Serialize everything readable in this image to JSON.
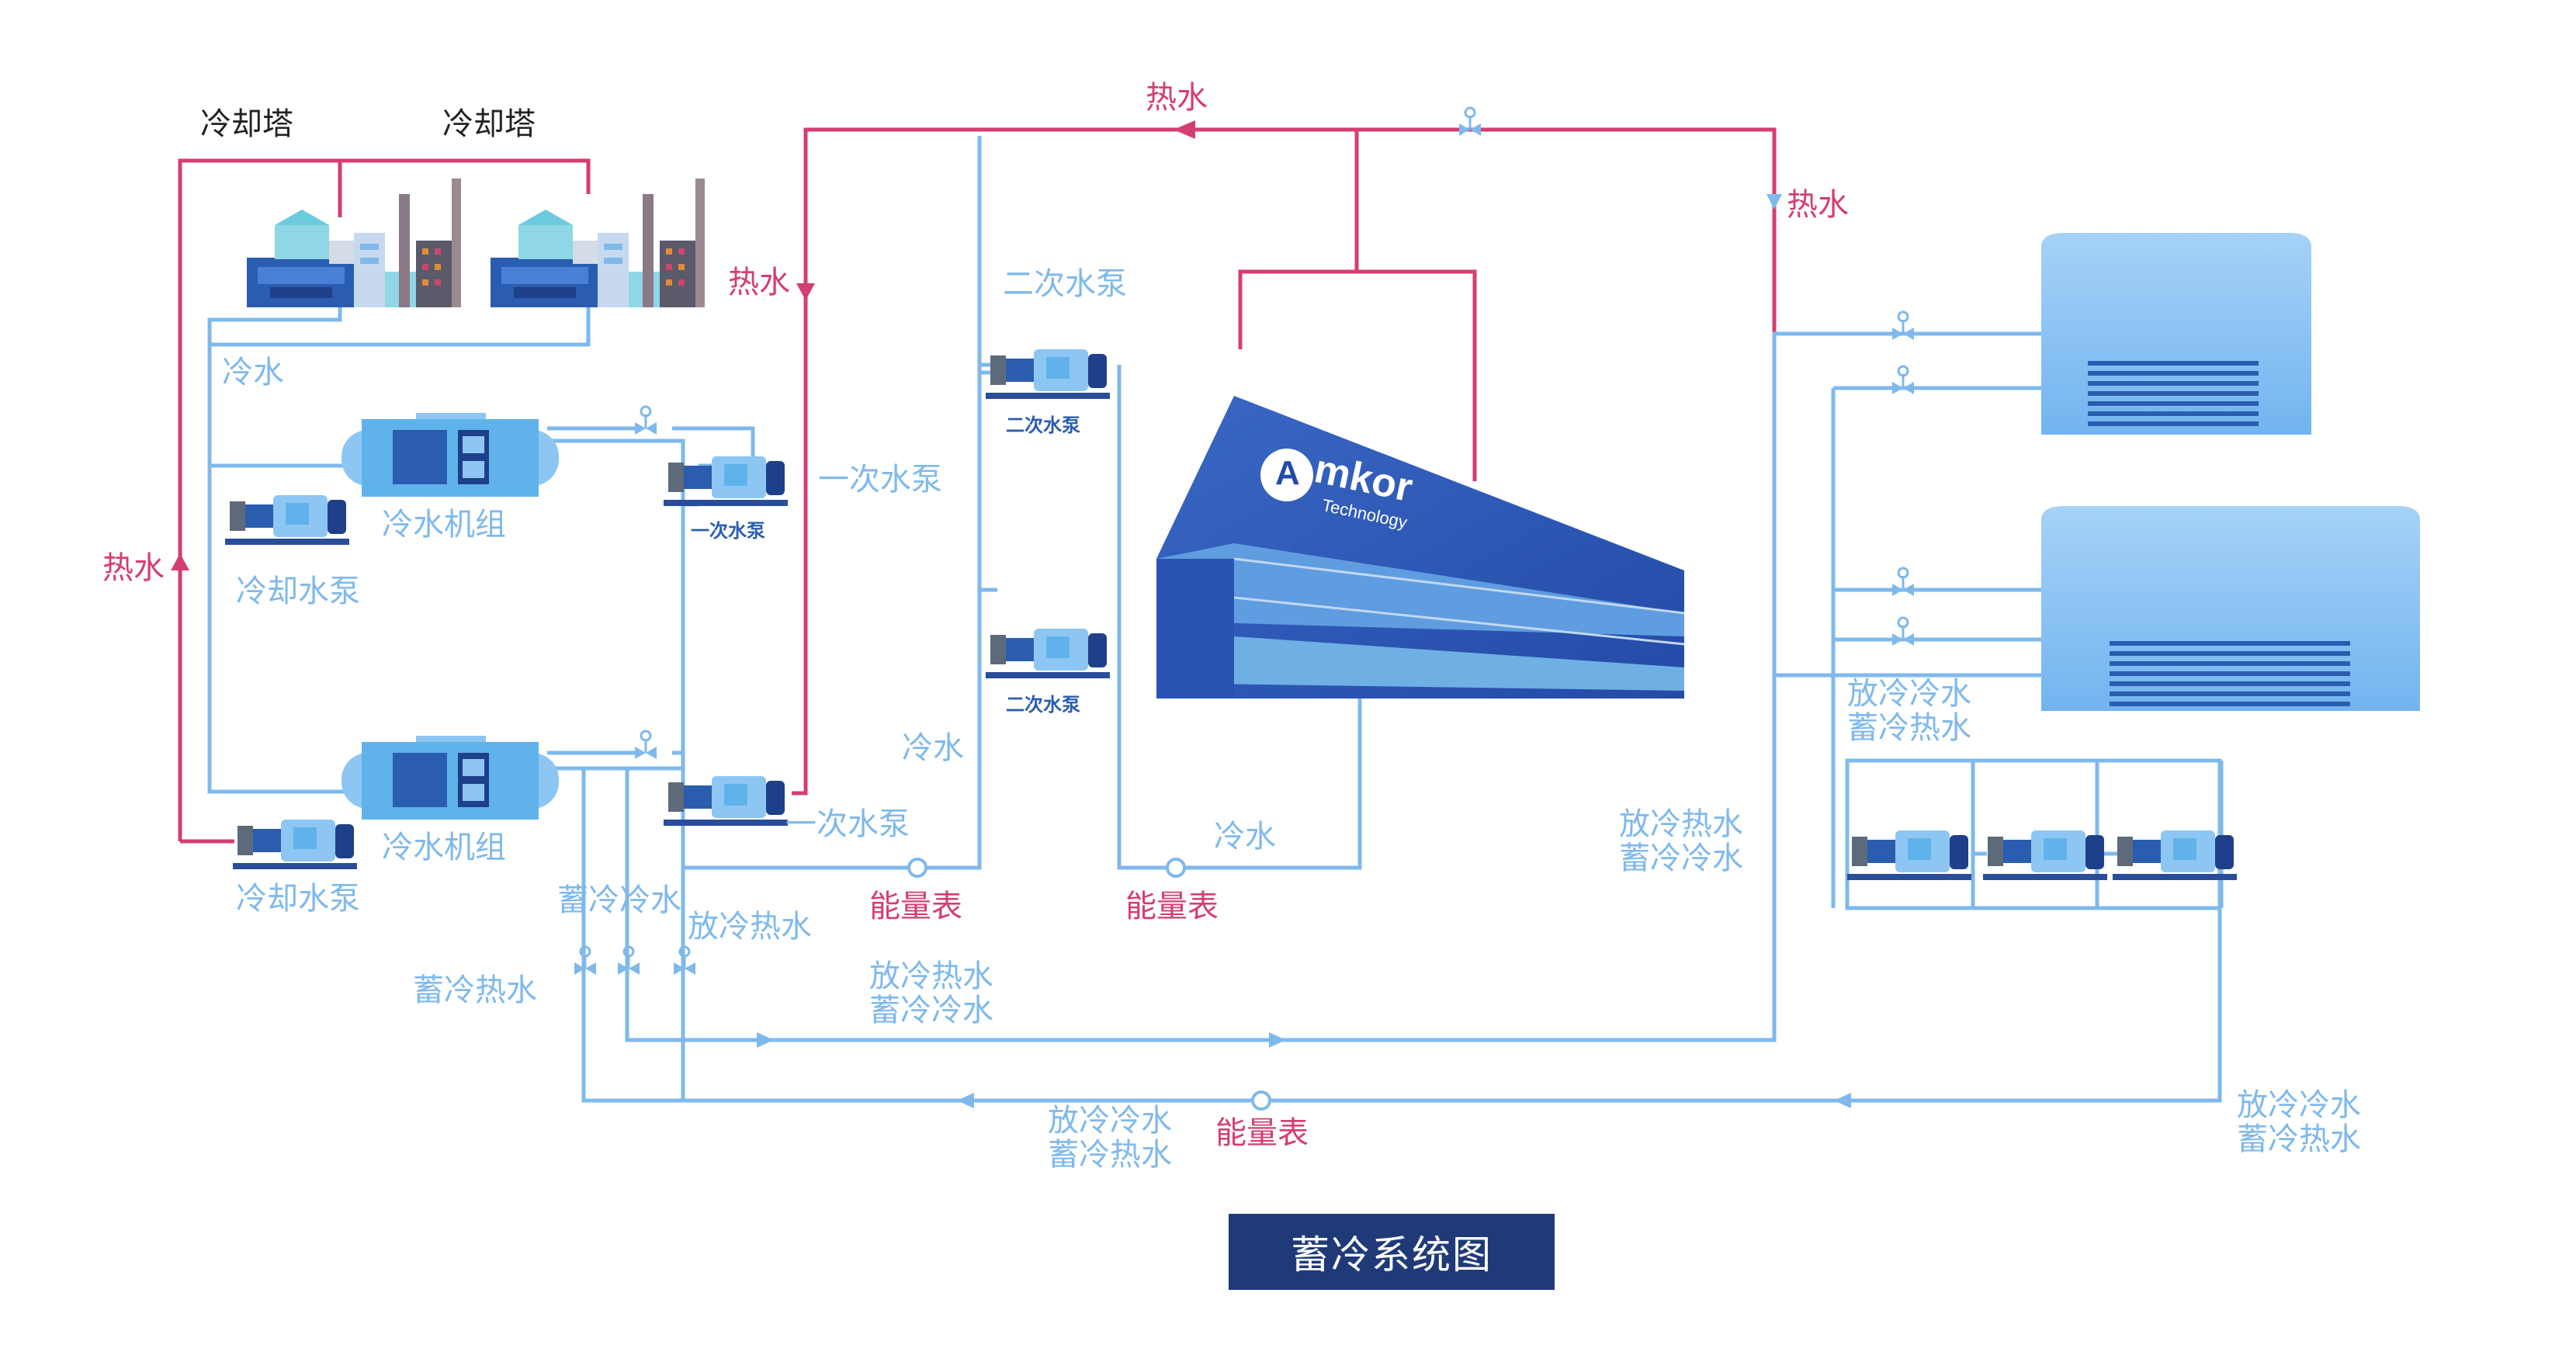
{
  "title": "蓄冷系统图",
  "brand": {
    "logo_letter": "A",
    "name": "mkor",
    "tagline": "Technology"
  },
  "colors": {
    "hot_pipe": "#d43e6e",
    "cold_pipe": "#7fb9ec",
    "title_bg": "#203a78",
    "building": "#2c56b8"
  },
  "labels": {
    "cooling_tower_1": "冷却塔",
    "cooling_tower_2": "冷却塔",
    "hot_water_top": "热水",
    "hot_water_primary": "热水",
    "hot_water_right": "热水",
    "hot_water_left": "热水",
    "cold_water_tower": "冷水",
    "chiller_1": "冷水机组",
    "chiller_2": "冷水机组",
    "cooling_pump_1": "冷却水泵",
    "cooling_pump_2": "冷却水泵",
    "primary_pump_1": "一次水泵",
    "primary_pump_2": "一次水泵",
    "primary_pump_small": "一次水泵",
    "secondary_pump": "二次水泵",
    "secondary_pump_small_1": "二次水泵",
    "secondary_pump_small_2": "二次水泵",
    "cold_water_mid": "冷水",
    "cold_water_return": "冷水",
    "energy_meter_1": "能量表",
    "energy_meter_2": "能量表",
    "energy_meter_3": "能量表",
    "storage_cold_water": "蓄冷冷水",
    "discharge_hot_water": "放冷热水",
    "storage_hot_water": "蓄冷热水"
  },
  "stacked_labels": {
    "mid_pipe": [
      "放冷热水",
      "蓄冷冷水"
    ],
    "right_pipe": [
      "放冷热水",
      "蓄冷冷水"
    ],
    "tank_outlet": [
      "放冷冷水",
      "蓄冷热水"
    ],
    "bottom_return": [
      "放冷冷水",
      "蓄冷热水"
    ],
    "right_bottom": [
      "放冷冷水",
      "蓄冷热水"
    ]
  }
}
